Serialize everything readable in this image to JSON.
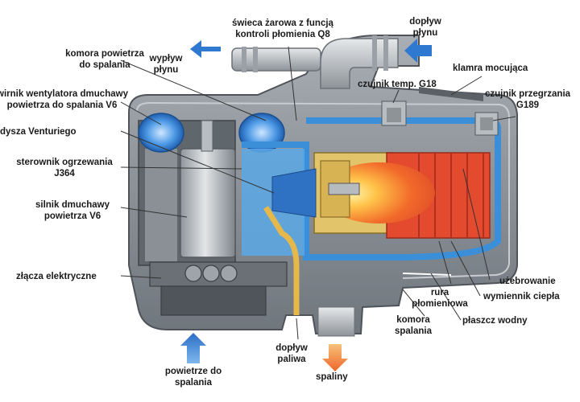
{
  "labels": {
    "komora_powietrza": [
      "komora powietrza",
      "do spalania"
    ],
    "wirnik": [
      "wirnik wentylatora dmuchawy",
      "powietrza do spalania V6"
    ],
    "dysza": [
      "dysza Venturiego"
    ],
    "sterownik": [
      "sterownik ogrzewania",
      "J364"
    ],
    "silnik": [
      "silnik dmuchawy",
      "powietrza V6"
    ],
    "zlacza": [
      "złącza elektryczne"
    ],
    "powietrze": [
      "powietrze do",
      "spalania"
    ],
    "swieca": [
      "świeca żarowa z funcją",
      "kontroli płomienia Q8"
    ],
    "wyplyw": [
      "wypływ",
      "płynu"
    ],
    "doplyw_plynu": [
      "dopływ",
      "płynu"
    ],
    "klamra": [
      "klamra mocująca"
    ],
    "czujnik_temp": [
      "czujnik temp. G18"
    ],
    "czujnik_przegrzania": [
      "czujnik przegrzania",
      "G189"
    ],
    "uzebrowanie": [
      "użebrowanie"
    ],
    "wymiennik": [
      "wymiennik ciepła"
    ],
    "plaszcz": [
      "płaszcz wodny"
    ],
    "rura": [
      "rura",
      "płomieniowa"
    ],
    "komora_spalania": [
      "komora",
      "spalania"
    ],
    "doplyw_paliwa": [
      "dopływ",
      "paliwa"
    ],
    "spaliny": [
      "spaliny"
    ]
  },
  "colors": {
    "blue_arrow": "#2f7ad0",
    "flame_orange": "#f0652a",
    "water_blue": "#3a8fd8",
    "housing_gray": "#8c939b",
    "exhaust_arrow": "#f08a3a"
  }
}
